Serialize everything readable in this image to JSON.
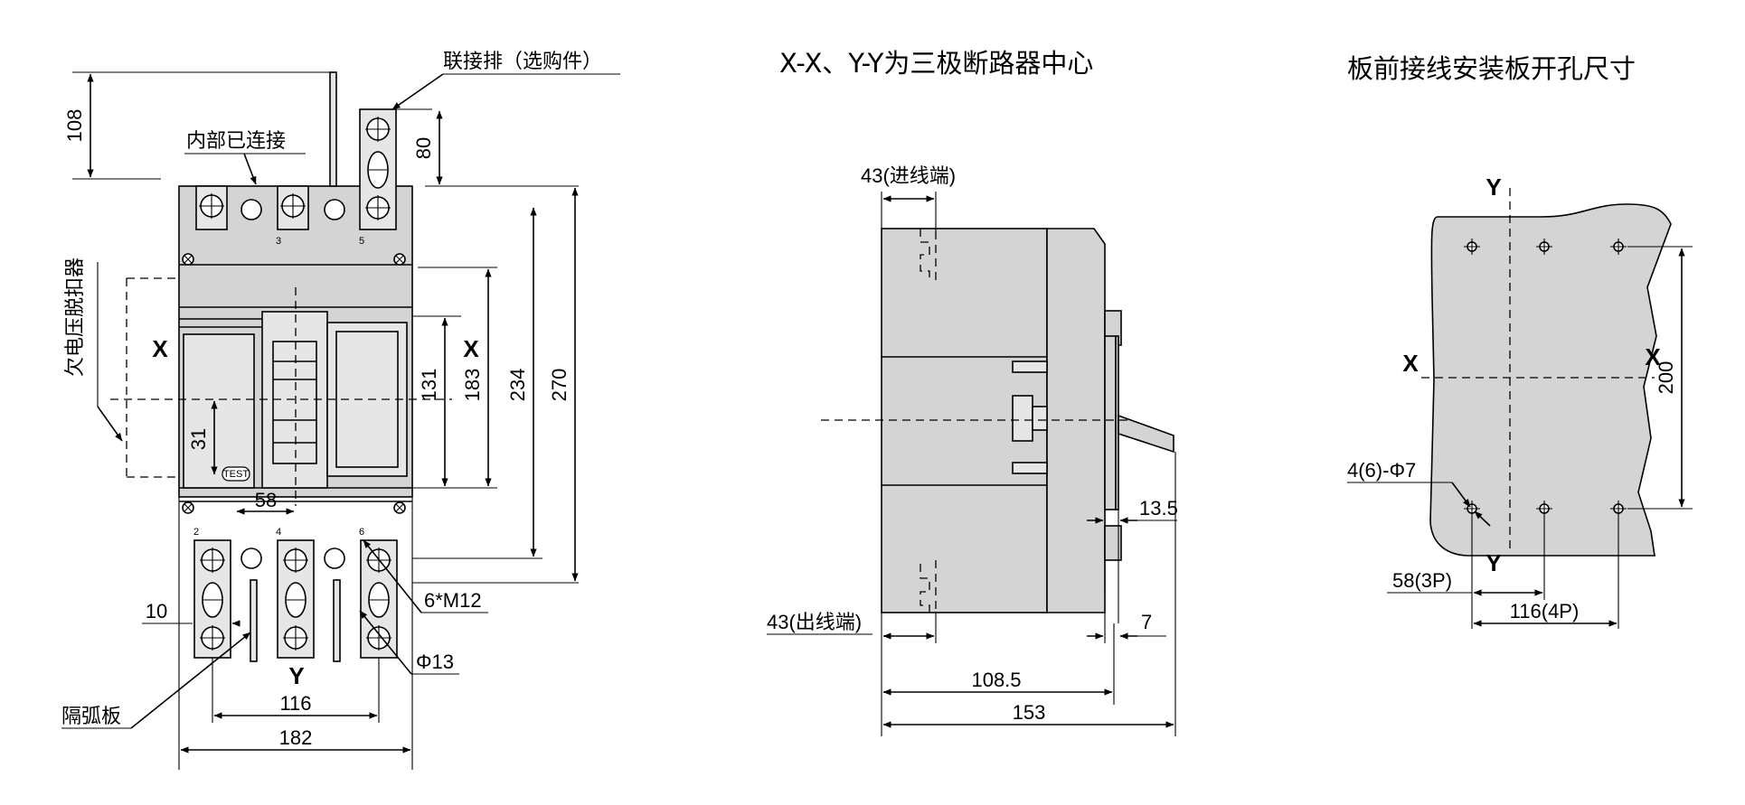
{
  "front_view": {
    "callout_busbar": "联接排（选购件）",
    "callout_internal": "内部已连接",
    "callout_undervoltage": "欠电压脱扣器",
    "callout_arc_barrier": "隔弧板",
    "callout_bolt": "6*M12",
    "callout_hole": "Φ13",
    "test_label": "TEST",
    "axis_x": "X",
    "axis_y": "Y",
    "terminal_numbers": [
      "3",
      "5",
      "2",
      "4",
      "6"
    ],
    "dimensions": {
      "d108": "108",
      "d80": "80",
      "d131": "131",
      "d183": "183",
      "d234": "234",
      "d270": "270",
      "d31": "31",
      "d58": "58",
      "d10": "10",
      "d116": "116",
      "d182": "182"
    }
  },
  "side_view": {
    "title": "X-X、Y-Y为三极断路器中心",
    "label_in": "43(进线端)",
    "label_out": "43(出线端)",
    "dimensions": {
      "d13_5": "13.5",
      "d7": "7",
      "d108_5": "108.5",
      "d153": "153"
    }
  },
  "panel_view": {
    "title": "板前接线安装板开孔尺寸",
    "axis_x": "X",
    "axis_y": "Y",
    "hole_label": "4(6)-Φ7",
    "dimensions": {
      "d200": "200",
      "d58_3p": "58(3P)",
      "d116_4p": "116(4P)"
    }
  }
}
